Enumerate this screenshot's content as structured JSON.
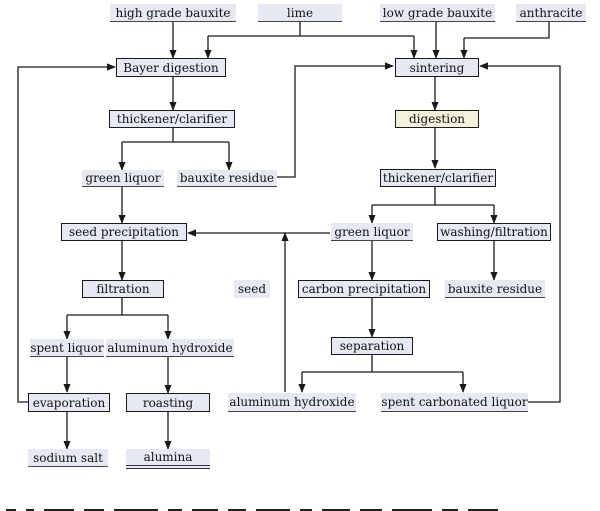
{
  "nodes": {
    "high_grade_bauxite": "high grade bauxite",
    "lime": "lime",
    "low_grade_bauxite": "low grade bauxite",
    "anthracite": "anthracite",
    "bayer_digestion": "Bayer digestion",
    "sintering": "sintering",
    "thickener_left": "thickener/clarifier",
    "digestion": "digestion",
    "green_liquor_left": "green liquor",
    "bauxite_residue_left": "bauxite residue",
    "thickener_right": "thickener/clarifier",
    "seed_precipitation": "seed precipitation",
    "green_liquor_right": "green liquor",
    "washing_filtration": "washing/filtration",
    "filtration": "filtration",
    "seed": "seed",
    "carbon_precipitation": "carbon precipitation",
    "bauxite_residue_right": "bauxite residue",
    "spent_liquor": "spent liquor",
    "aluminum_hydroxide_left": "aluminum hydroxide",
    "separation": "separation",
    "evaporation": "evaporation",
    "roasting": "roasting",
    "aluminum_hydroxide_right": "aluminum hydroxide",
    "spent_carbonated_liquor": "spent carbonated liquor",
    "sodium_salt": "sodium salt",
    "alumina": "alumina"
  },
  "colors": {
    "box_fill": "#e6e9f2",
    "digestion_fill": "#f1f1dc",
    "line": "#1a1a1a"
  }
}
